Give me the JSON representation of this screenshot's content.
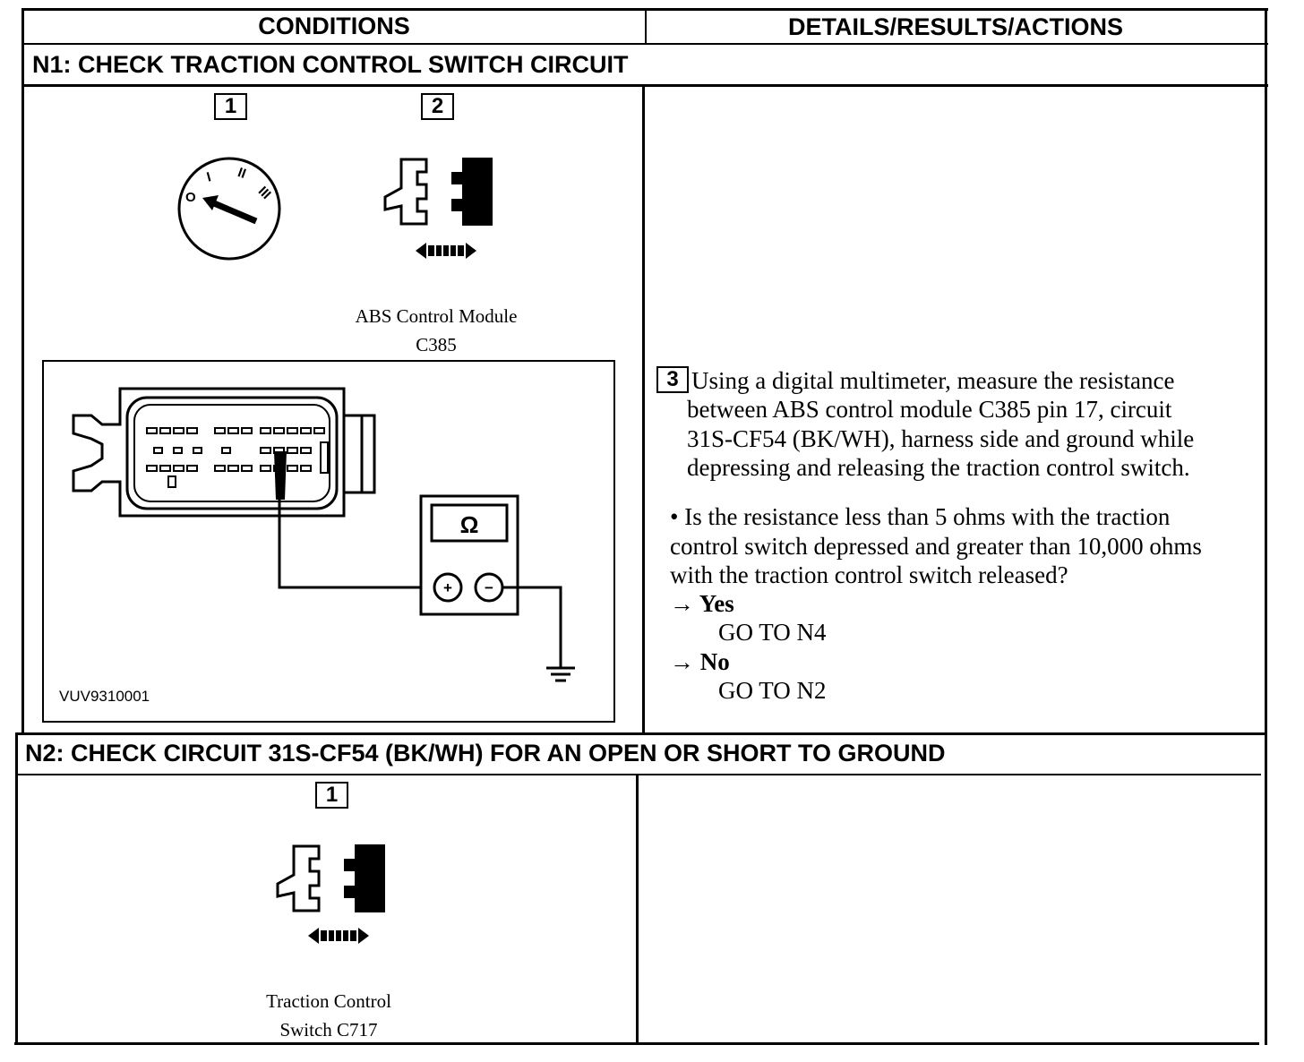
{
  "table": {
    "headers": {
      "conditions": "CONDITIONS",
      "details": "DETAILS/RESULTS/ACTIONS"
    },
    "n1": {
      "title": "N1: CHECK TRACTION CONTROL SWITCH CIRCUIT",
      "step1_label": "1",
      "step2_label": "2",
      "connector_label_line1": "ABS Control Module",
      "connector_label_line2": "C385",
      "diagram_code": "VUV9310001",
      "meter_symbol": "Ω",
      "meter_plus": "+",
      "meter_minus": "−",
      "ignition_marks": {
        "off": "O",
        "one": "I",
        "two": "II",
        "three": "III"
      },
      "step3_label": "3",
      "step3_lines": [
        "Using a digital multimeter, measure the resistance",
        "between ABS control module C385 pin 17, circuit",
        "31S-CF54 (BK/WH), harness side and ground while",
        "depressing and releasing the traction control switch."
      ],
      "question_lines": [
        "• Is the resistance less than 5 ohms with the traction",
        "control switch depressed and greater than 10,000 ohms",
        "with the traction control switch released?"
      ],
      "yes_label": "→ Yes",
      "yes_action": "GO TO N4",
      "no_label": "→ No",
      "no_action": "GO TO N2"
    },
    "n2": {
      "title": "N2: CHECK CIRCUIT 31S-CF54 (BK/WH) FOR AN OPEN OR SHORT TO GROUND",
      "step1_label": "1",
      "connector_label_line1": "Traction Control",
      "connector_label_line2": "Switch C717"
    }
  }
}
